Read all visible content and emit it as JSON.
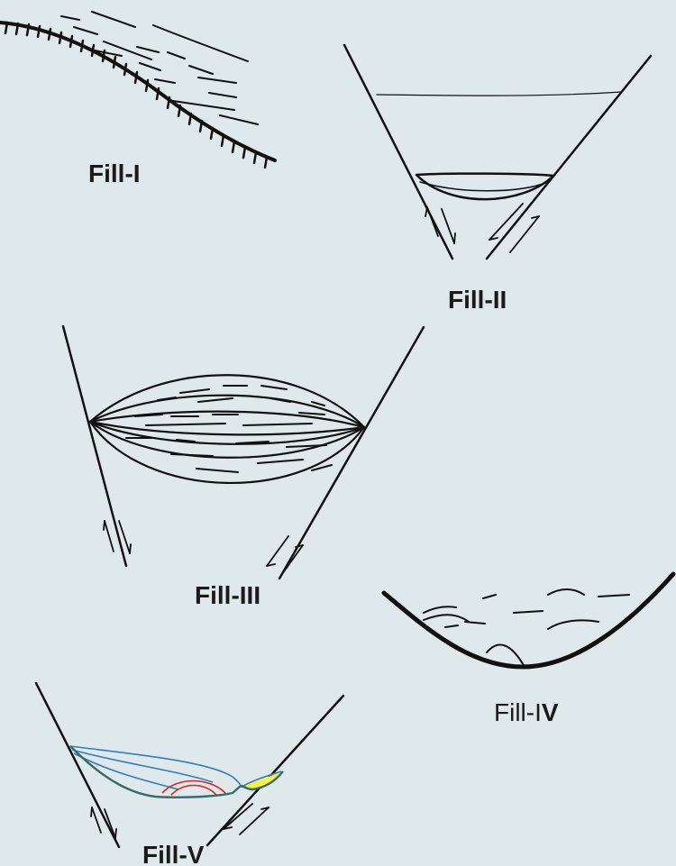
{
  "labels": {
    "fill_1": "Fill-I",
    "fill_2": "Fill-II",
    "fill_3": "Fill-III",
    "fill_4_prefix": "Fill-I",
    "fill_4_suffix": "V",
    "fill_5": "Fill-V"
  },
  "colors": {
    "background": "#dfe9eb",
    "line": "#111111",
    "blue_layer": "#2e7fc0",
    "red_layer": "#e0231c",
    "base_line": "#3a6b6b",
    "yellow_fill": "#f4f04a"
  }
}
